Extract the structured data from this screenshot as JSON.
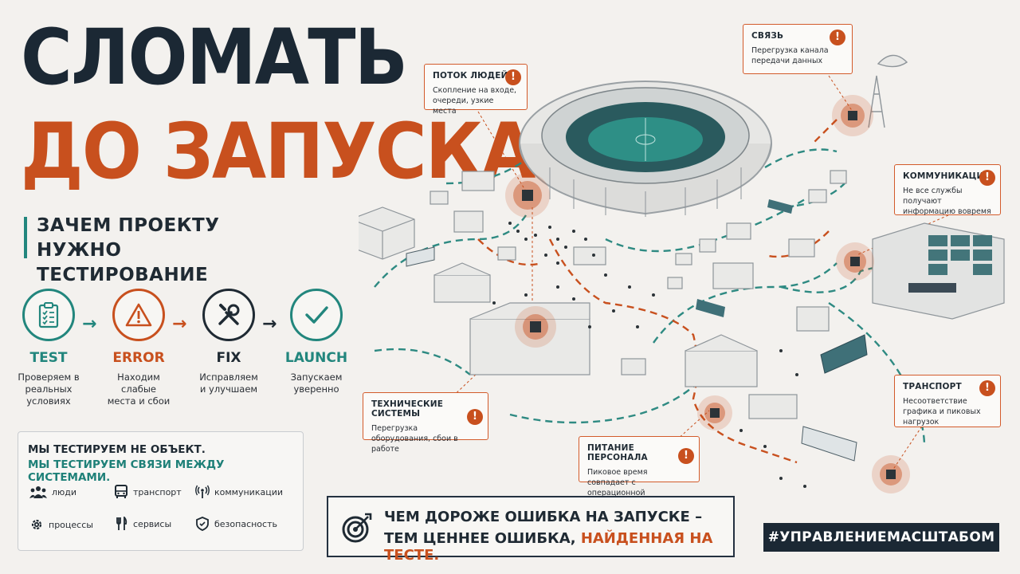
{
  "title": {
    "line1": "СЛОМАТЬ",
    "line2": "ДО ЗАПУСКА"
  },
  "subtitle": "ЗАЧЕМ ПРОЕКТУ НУЖНО ТЕСТИРОВАНИЕ",
  "steps": [
    {
      "code": "TEST",
      "desc": "Проверяем в реальных условиях",
      "color": "#22867d",
      "icon": "clipboard-checklist-icon"
    },
    {
      "code": "ERROR",
      "desc": "Находим слабые места и сбои",
      "color": "#c8501e",
      "icon": "warning-triangle-icon"
    },
    {
      "code": "FIX",
      "desc": "Исправляем и улучшаем",
      "color": "#1f2a33",
      "icon": "wrench-screwdriver-icon"
    },
    {
      "code": "LAUNCH",
      "desc": "Запускаем уверенно",
      "color": "#22867d",
      "icon": "checkmark-icon"
    }
  ],
  "infobox": {
    "line1": "МЫ ТЕСТИРУЕМ НЕ ОБЪЕКТ.",
    "line2": "МЫ ТЕСТИРУЕМ СВЯЗИ МЕЖДУ СИСТЕМАМИ.",
    "systems": [
      {
        "label": "люди",
        "icon": "people-icon"
      },
      {
        "label": "транспорт",
        "icon": "bus-icon"
      },
      {
        "label": "коммуникации",
        "icon": "antenna-icon"
      },
      {
        "label": "процессы",
        "icon": "gear-icon"
      },
      {
        "label": "сервисы",
        "icon": "fork-knife-icon"
      },
      {
        "label": "безопасность",
        "icon": "shield-icon"
      }
    ]
  },
  "callouts": {
    "flow": {
      "title": "ПОТОК ЛЮДЕЙ",
      "desc": "Скопление на входе, очереди, узкие места"
    },
    "link": {
      "title": "СВЯЗЬ",
      "desc": "Перегрузка канала передачи данных"
    },
    "comms": {
      "title": "КОММУНИКАЦИЯ",
      "desc": "Не все службы получают информацию вовремя"
    },
    "tech": {
      "title": "ТЕХНИЧЕСКИЕ СИСТЕМЫ",
      "desc": "Перегрузка оборудования, сбои в работе"
    },
    "food": {
      "title": "ПИТАНИЕ ПЕРСОНАЛА",
      "desc": "Пиковое время совпадает с операционной нагрузкой"
    },
    "transport": {
      "title": "ТРАНСПОРТ",
      "desc": "Несоответствие графика и пиковых нагрузок"
    },
    "alert_symbol": "!"
  },
  "cta": {
    "line1": "ЧЕМ ДОРОЖЕ ОШИБКА НА ЗАПУСКЕ –",
    "line2_prefix": "ТЕМ ЦЕННЕЕ ОШИБКА, ",
    "line2_highlight": "НАЙДЕННАЯ НА ТЕСТЕ."
  },
  "hashtag": "#УПРАВЛЕНИЕМАСШТАБОМ",
  "colors": {
    "navy": "#1b2834",
    "orange": "#c8501e",
    "teal": "#22867d",
    "background": "#f3f1ee"
  }
}
